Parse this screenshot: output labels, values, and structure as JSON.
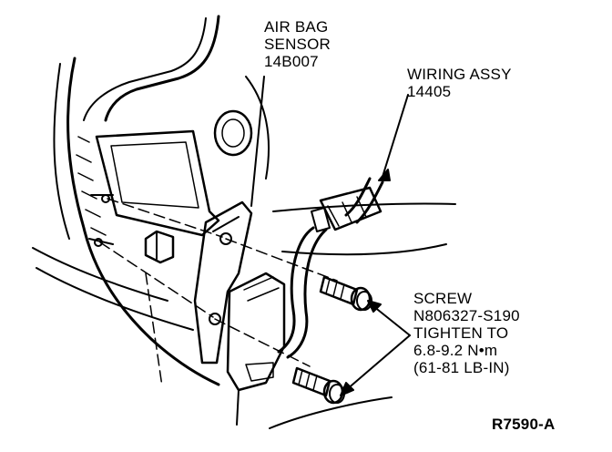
{
  "labels": {
    "sensor": {
      "line1": "AIR BAG",
      "line2": "SENSOR",
      "line3": "14B007"
    },
    "wiring": {
      "line1": "WIRING ASSY",
      "line2": "14405"
    },
    "screw": {
      "line1": "SCREW",
      "line2": "N806327-S190",
      "line3": "TIGHTEN TO",
      "line4": "6.8-9.2 N•m",
      "line5": "(61-81 LB-IN)"
    },
    "figure_id": "R7590-A"
  },
  "colors": {
    "ink": "#000000",
    "paper": "#ffffff"
  }
}
